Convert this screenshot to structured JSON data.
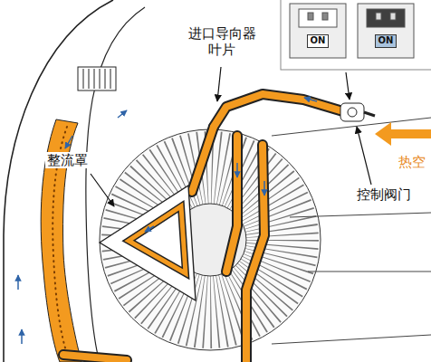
{
  "diagram": {
    "nodes": [
      {
        "text": [
          "ON"
        ]
      },
      {
        "text": [
          "ON"
        ]
      }
    ],
    "labels": [
      "进口导向器 叶片",
      "整流罩",
      "控制阀门",
      "热空"
    ]
  }
}
